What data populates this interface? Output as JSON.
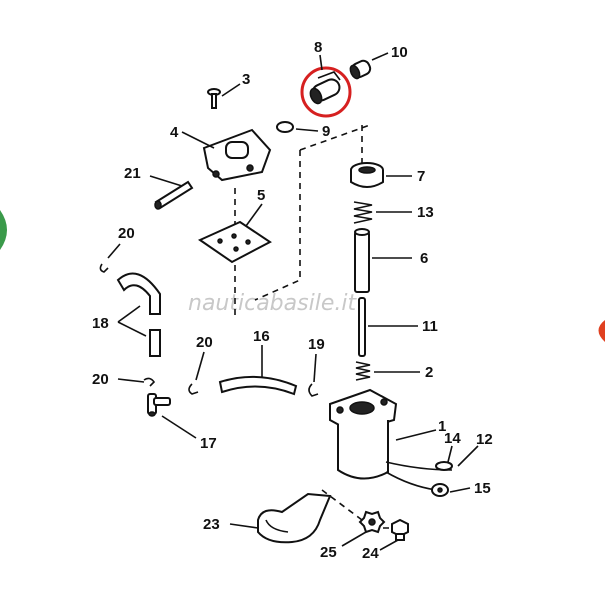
{
  "watermark": "nauticabasile.it",
  "highlight_color": "#d62020",
  "labels": {
    "p1": "1",
    "p2": "2",
    "p3": "3",
    "p4": "4",
    "p5": "5",
    "p6": "6",
    "p7": "7",
    "p8": "8",
    "p9": "9",
    "p10": "10",
    "p11": "11",
    "p12": "12",
    "p13": "13",
    "p14": "14",
    "p15": "15",
    "p16": "16",
    "p17": "17",
    "p18": "18",
    "p19": "19",
    "p20a": "20",
    "p20b": "20",
    "p20c": "20",
    "p21": "21",
    "p23": "23",
    "p24": "24",
    "p25": "25"
  }
}
